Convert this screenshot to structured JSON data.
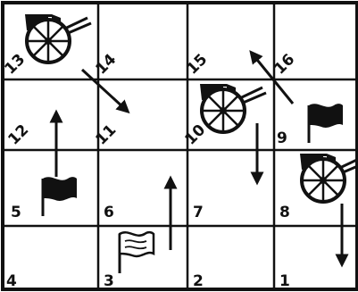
{
  "board": {
    "rows": [
      [
        13,
        14,
        15,
        16
      ],
      [
        12,
        11,
        10,
        9
      ],
      [
        5,
        6,
        7,
        8
      ],
      [
        4,
        3,
        2,
        1
      ]
    ]
  },
  "cells": {
    "c1": "1",
    "c2": "2",
    "c3": "3",
    "c4": "4",
    "c5": "5",
    "c6": "6",
    "c7": "7",
    "c8": "8",
    "c9": "9",
    "c10": "10",
    "c11": "11",
    "c12": "12",
    "c13": "13",
    "c14": "14",
    "c15": "15",
    "c16": "16"
  },
  "pieces": {
    "cannons": [
      "cannon-on-13",
      "cannon-on-10",
      "cannon-on-8"
    ],
    "black_flags": [
      "flag-on-9",
      "flag-on-5"
    ],
    "white_flags": [
      "flag-on-3"
    ]
  },
  "icons": {
    "cannon": "cannon-icon",
    "black_flag": "black-flag-icon",
    "white_flag": "white-flag-icon",
    "arrow": "arrow-icon"
  }
}
